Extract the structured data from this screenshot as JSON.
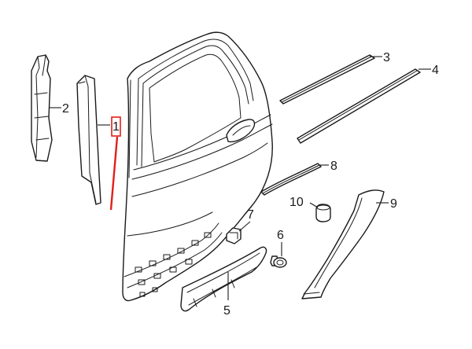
{
  "callouts": {
    "c1": "1",
    "c2": "2",
    "c3": "3",
    "c4": "4",
    "c5": "5",
    "c6": "6",
    "c7": "7",
    "c8": "8",
    "c9": "9",
    "c10": "10"
  },
  "colors": {
    "line": "#1a1a1a",
    "highlight": "#e0201b",
    "background": "#ffffff"
  }
}
